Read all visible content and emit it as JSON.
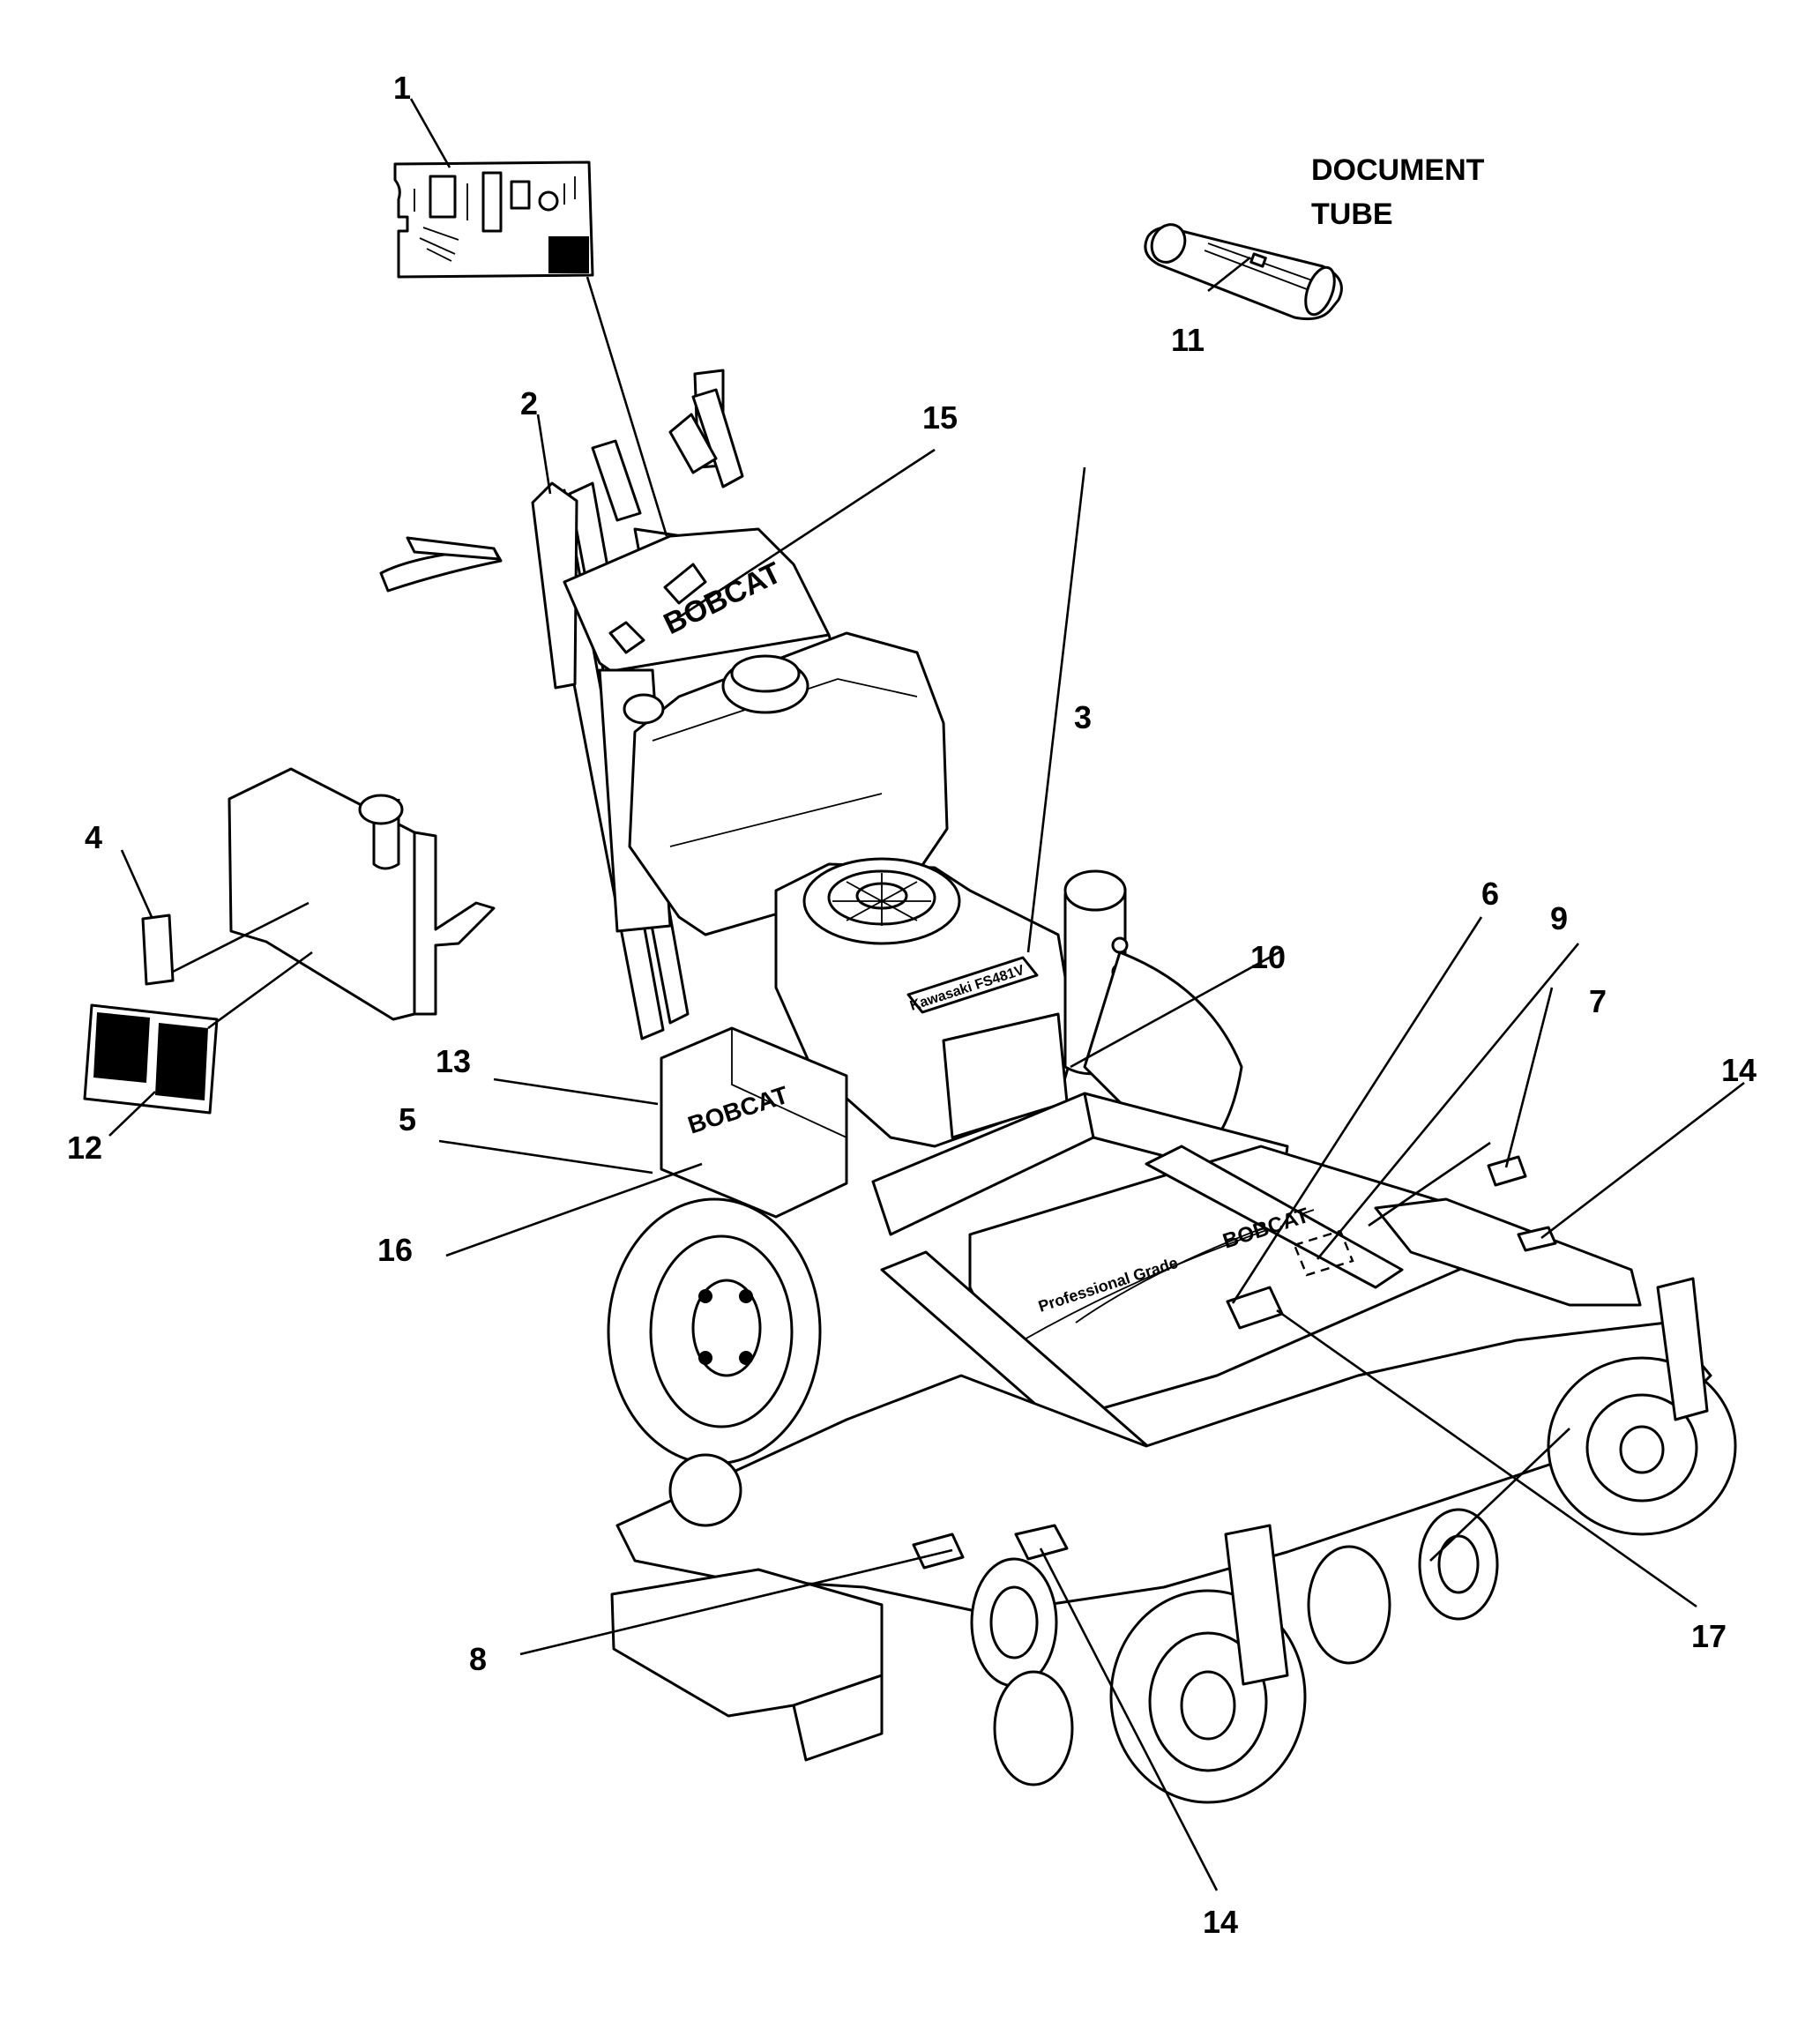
{
  "document_tube_label": [
    "DOCUMENT",
    "TUBE"
  ],
  "callouts": [
    {
      "id": "c1",
      "label": "1"
    },
    {
      "id": "c2",
      "label": "2"
    },
    {
      "id": "c3",
      "label": "3"
    },
    {
      "id": "c4",
      "label": "4"
    },
    {
      "id": "c5",
      "label": "5"
    },
    {
      "id": "c6",
      "label": "6"
    },
    {
      "id": "c7",
      "label": "7"
    },
    {
      "id": "c8",
      "label": "8"
    },
    {
      "id": "c9",
      "label": "9"
    },
    {
      "id": "c10",
      "label": "10"
    },
    {
      "id": "c11",
      "label": "11"
    },
    {
      "id": "c12",
      "label": "12"
    },
    {
      "id": "c13",
      "label": "13"
    },
    {
      "id": "c14a",
      "label": "14"
    },
    {
      "id": "c14b",
      "label": "14"
    },
    {
      "id": "c15",
      "label": "15"
    },
    {
      "id": "c16",
      "label": "16"
    },
    {
      "id": "c17",
      "label": "17"
    }
  ],
  "brand_marks": [
    "BOBCAT",
    "Professional Grade",
    "Kawasaki FS481V"
  ]
}
